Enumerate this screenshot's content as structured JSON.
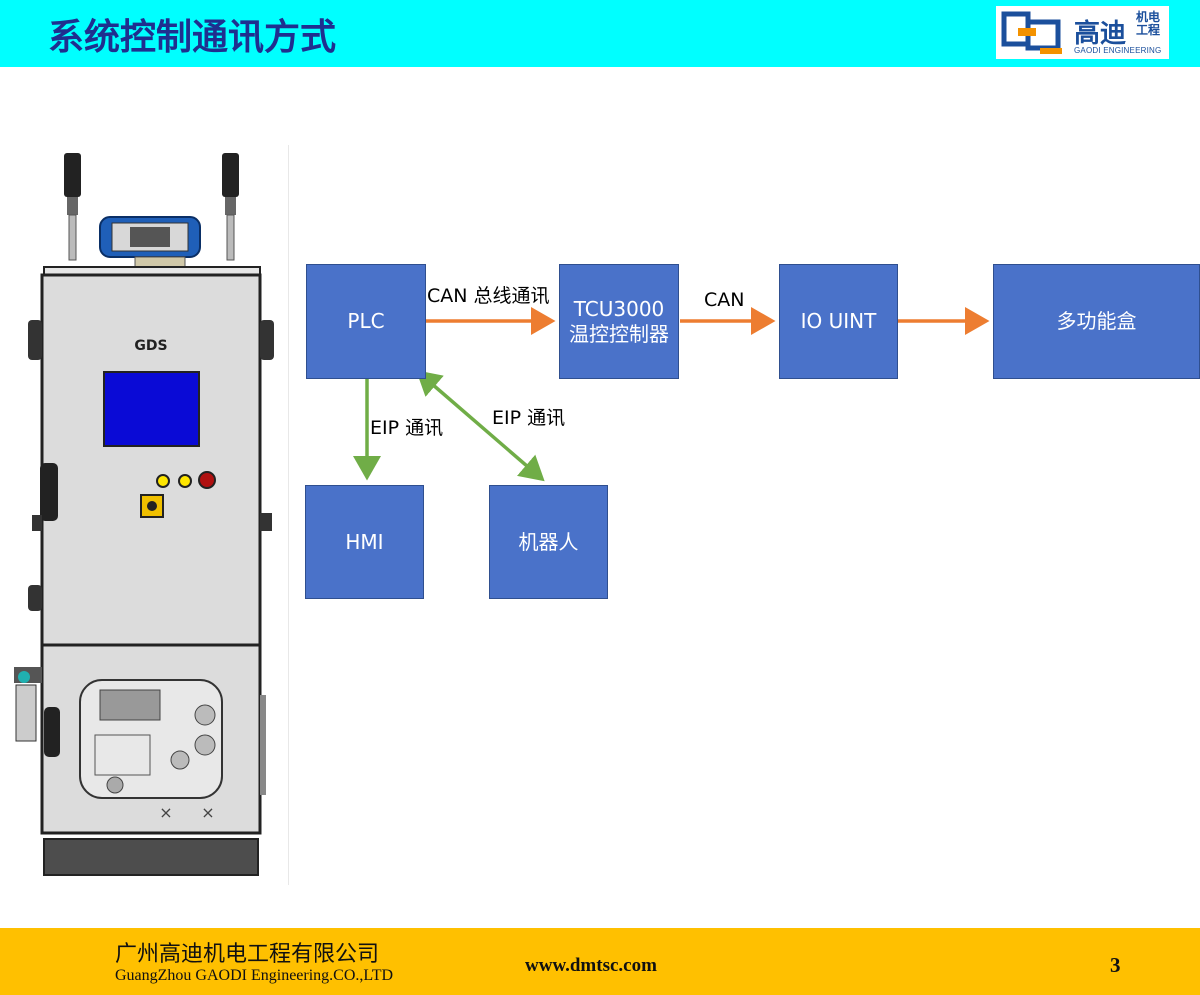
{
  "header": {
    "title": "系统控制通讯方式"
  },
  "logo": {
    "name": "高迪",
    "sub": "机电工程",
    "en": "GAODI ENGINEERING"
  },
  "cabinet": {
    "badge": "GDS"
  },
  "diagram": {
    "nodes": {
      "plc": "PLC",
      "tcu": "TCU3000温控控制器",
      "io": "IO UINT",
      "multi": "多功能盒",
      "hmi": "HMI",
      "robot": "机器人"
    },
    "edges": {
      "plc_tcu": "CAN 总线通讯",
      "tcu_io": "CAN",
      "plc_hmi": "EIP 通讯",
      "plc_robot": "EIP 通讯"
    },
    "colors": {
      "box": "#4a72c9",
      "can_arrow": "#ed7d31",
      "eip_arrow": "#70ad47"
    }
  },
  "footer": {
    "company_cn": "广州高迪机电工程有限公司",
    "company_en": "GuangZhou GAODI Engineering.CO.,LTD",
    "website": "www.dmtsc.com",
    "page": "3"
  }
}
